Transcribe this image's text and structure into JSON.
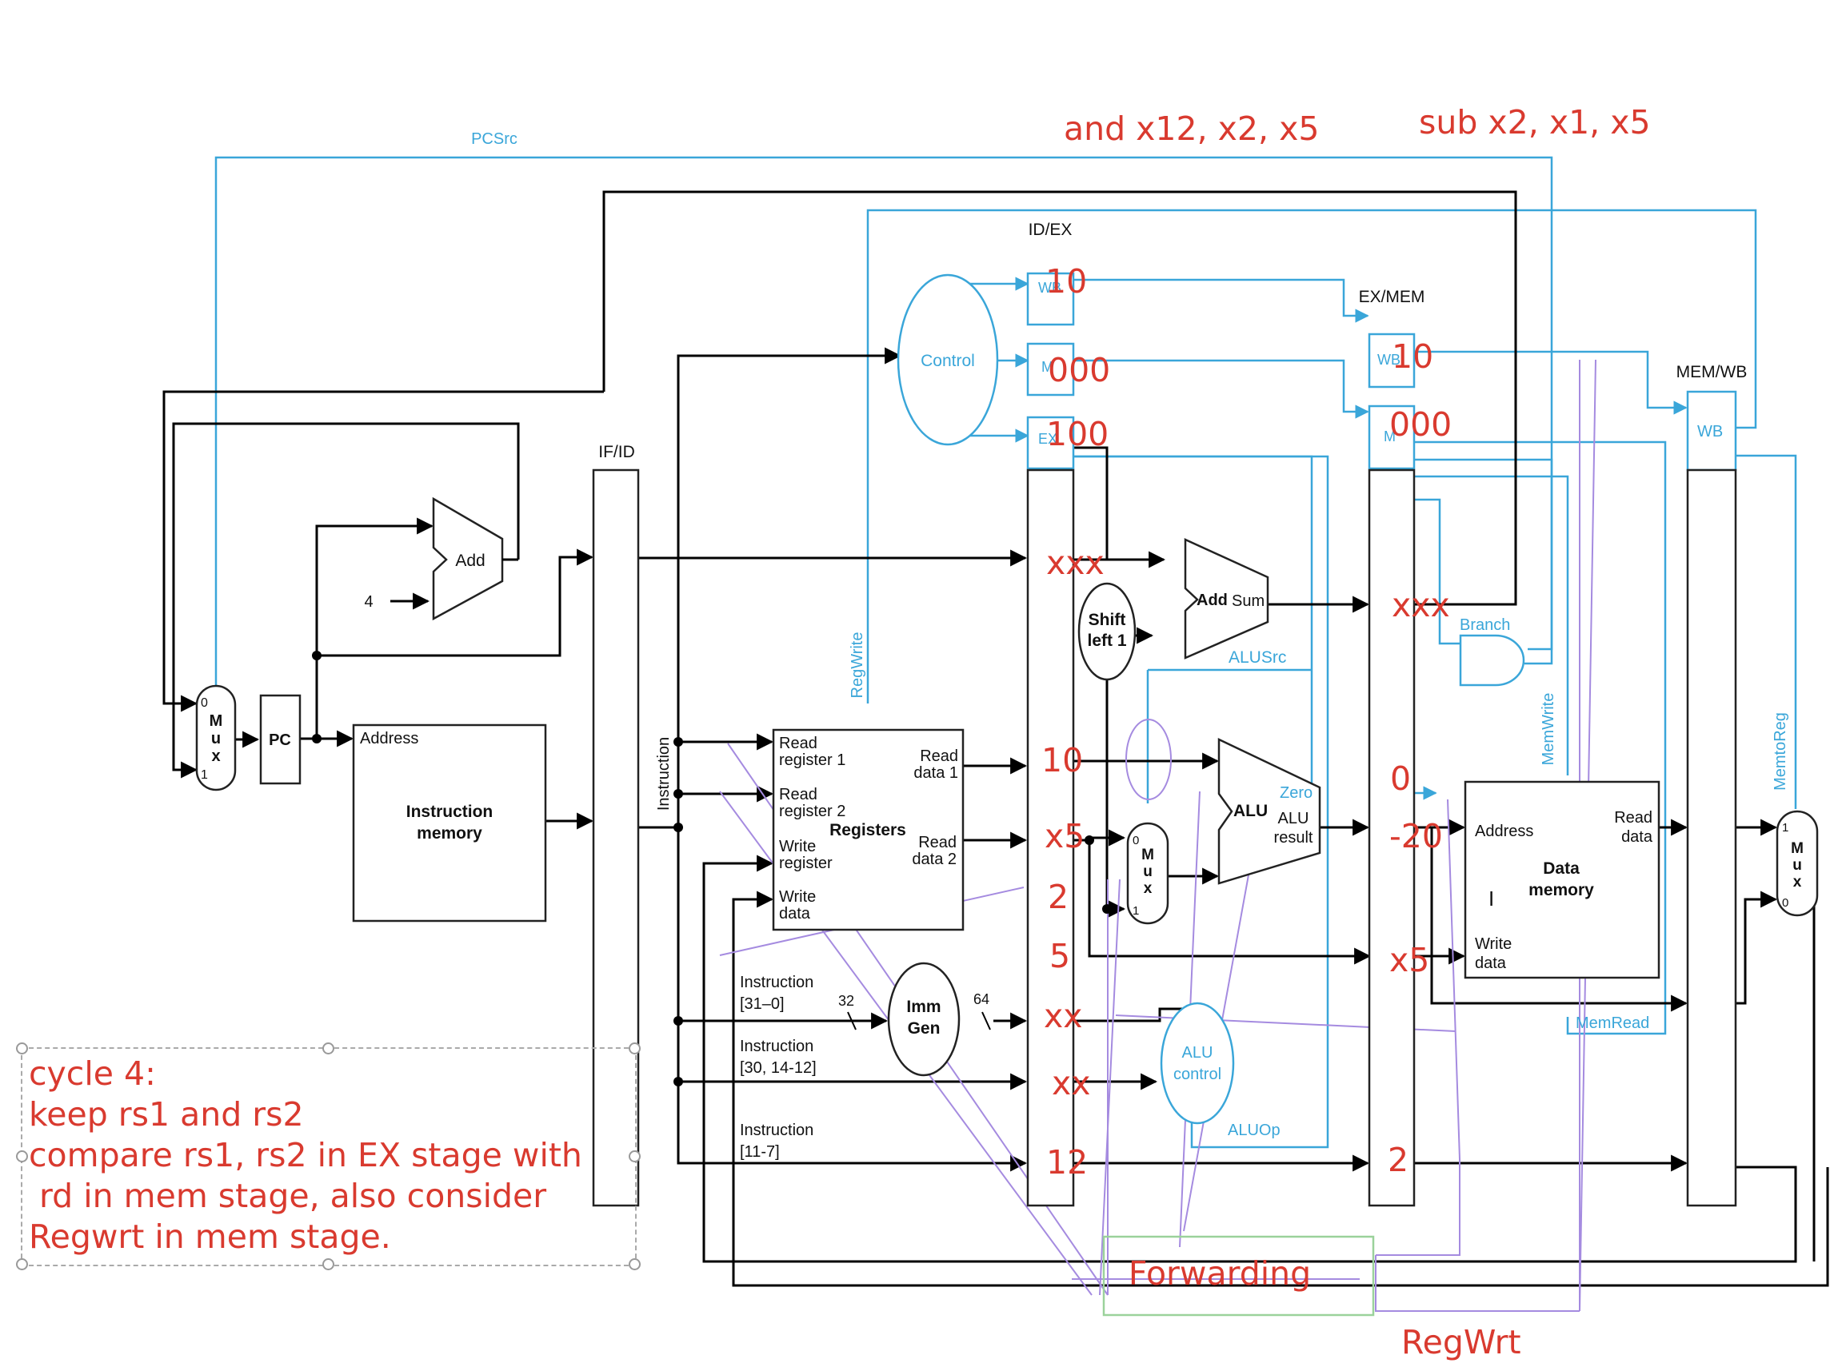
{
  "pipeline_registers": {
    "if_id": "IF/ID",
    "id_ex": "ID/EX",
    "ex_mem": "EX/MEM",
    "mem_wb": "MEM/WB"
  },
  "stage_fields": {
    "wb": "WB",
    "m": "M",
    "ex": "EX"
  },
  "control_signals": {
    "pcsrc": "PCSrc",
    "regwrite": "RegWrite",
    "alusrc": "ALUSrc",
    "branch": "Branch",
    "memwrite": "MemWrite",
    "memtoreg": "MemtoReg",
    "memread": "MemRead",
    "aluop": "ALUOp",
    "zero": "Zero"
  },
  "blocks": {
    "control": "Control",
    "add_top": "Add",
    "four": "4",
    "pc": "PC",
    "mux": "M\nu\nx",
    "mux_in_0": "0",
    "mux_in_1": "1",
    "imem_address": "Address",
    "imem_title": "Instruction\nmemory",
    "instruction_bus": "Instruction",
    "reg_read1": "Read\nregister 1",
    "reg_read2": "Read\nregister 2",
    "reg_write_reg": "Write\nregister",
    "reg_write_data": "Write\ndata",
    "reg_title": "Registers",
    "reg_out1": "Read\ndata 1",
    "reg_out2": "Read\ndata 2",
    "imm_title": "Imm\nGen",
    "imm_in_width": "32",
    "imm_out_width": "64",
    "instr_31_0": "Instruction\n[31–0]",
    "instr_30_14_12": "Instruction\n[30, 14-12]",
    "instr_11_7": "Instruction\n[11-7]",
    "shift_title": "Shift\nleft 1",
    "addsum_add": "Add",
    "addsum_sum": "Sum",
    "alu_title": "ALU",
    "alu_result": "ALU\nresult",
    "alu_control": "ALU\ncontrol",
    "dmem_address": "Address",
    "dmem_read": "Read\ndata",
    "dmem_title": "Data\nmemory",
    "dmem_write": "Write\ndata",
    "forwarding": "Forwarding"
  },
  "annotations": {
    "instr_and": "and x12, x2, x5",
    "instr_sub": "sub x2, x1, x5",
    "idex_wb": "10",
    "idex_m": "000",
    "idex_ex": "100",
    "idex_pc": "xxx",
    "idex_rd1": "10",
    "idex_rd2": "x5",
    "idex_rs1": "2",
    "idex_rs2": "5",
    "idex_imm": "xx",
    "idex_funct": "xx",
    "idex_rd": "12",
    "exmem_wb": "10",
    "exmem_m": "000",
    "exmem_target": "xxx",
    "exmem_zero": "0",
    "exmem_alu": "-20",
    "exmem_wd": "x5",
    "exmem_rd": "2",
    "regwrt": "RegWrt",
    "note": "cycle 4:\nkeep rs1 and rs2\ncompare rs1, rs2 in EX stage with\n rd in mem stage, also consider\nRegwrt in mem stage."
  },
  "colors": {
    "wire": "#000000",
    "control": "#3aa6d9",
    "annotation": "#d93a2f",
    "forwarding_line": "#a58be0",
    "forwarding_box": "#9bd29b"
  }
}
